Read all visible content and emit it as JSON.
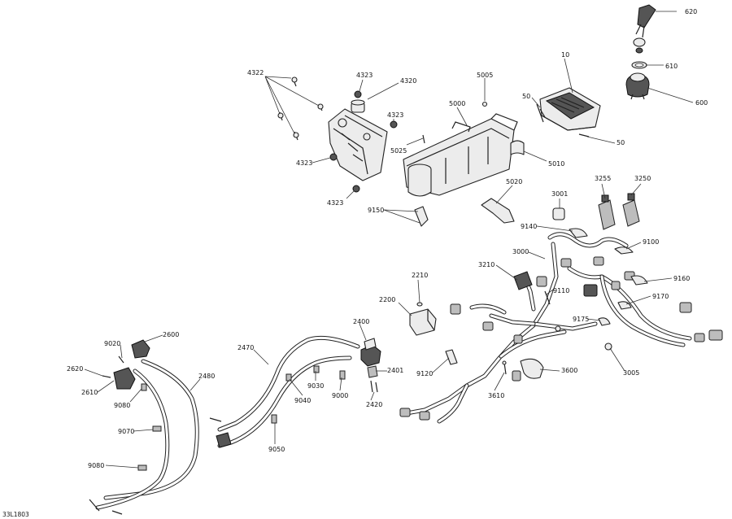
{
  "diagram": {
    "reference_code": "33L1803",
    "callouts": [
      {
        "id": "c620",
        "label": "620"
      },
      {
        "id": "c610",
        "label": "610"
      },
      {
        "id": "c600",
        "label": "600"
      },
      {
        "id": "c10",
        "label": "10"
      },
      {
        "id": "c50a",
        "label": "50"
      },
      {
        "id": "c50b",
        "label": "50"
      },
      {
        "id": "c4322",
        "label": "4322"
      },
      {
        "id": "c4323a",
        "label": "4323"
      },
      {
        "id": "c4320",
        "label": "4320"
      },
      {
        "id": "c4323b",
        "label": "4323"
      },
      {
        "id": "c4323c",
        "label": "4323"
      },
      {
        "id": "c4323d",
        "label": "4323"
      },
      {
        "id": "c5005",
        "label": "5005"
      },
      {
        "id": "c5000",
        "label": "5000"
      },
      {
        "id": "c5025",
        "label": "5025"
      },
      {
        "id": "c5010",
        "label": "5010"
      },
      {
        "id": "c5020",
        "label": "5020"
      },
      {
        "id": "c9150",
        "label": "9150"
      },
      {
        "id": "c3001",
        "label": "3001"
      },
      {
        "id": "c3255",
        "label": "3255"
      },
      {
        "id": "c3250",
        "label": "3250"
      },
      {
        "id": "c9140",
        "label": "9140"
      },
      {
        "id": "c9100",
        "label": "9100"
      },
      {
        "id": "c3000",
        "label": "3000"
      },
      {
        "id": "c9160",
        "label": "9160"
      },
      {
        "id": "c3210",
        "label": "3210"
      },
      {
        "id": "c9110",
        "label": "9110"
      },
      {
        "id": "c9170",
        "label": "9170"
      },
      {
        "id": "c2210",
        "label": "2210"
      },
      {
        "id": "c2200",
        "label": "2200"
      },
      {
        "id": "c9175",
        "label": "9175"
      },
      {
        "id": "c2400",
        "label": "2400"
      },
      {
        "id": "c3005",
        "label": "3005"
      },
      {
        "id": "c2600",
        "label": "2600"
      },
      {
        "id": "c9020",
        "label": "9020"
      },
      {
        "id": "c2470",
        "label": "2470"
      },
      {
        "id": "c2401",
        "label": "2401"
      },
      {
        "id": "c9120",
        "label": "9120"
      },
      {
        "id": "c3600",
        "label": "3600"
      },
      {
        "id": "c2620",
        "label": "2620"
      },
      {
        "id": "c2480",
        "label": "2480"
      },
      {
        "id": "c9030",
        "label": "9030"
      },
      {
        "id": "c9000",
        "label": "9000"
      },
      {
        "id": "c2610",
        "label": "2610"
      },
      {
        "id": "c9040",
        "label": "9040"
      },
      {
        "id": "c2420",
        "label": "2420"
      },
      {
        "id": "c3610",
        "label": "3610"
      },
      {
        "id": "c9080a",
        "label": "9080"
      },
      {
        "id": "c9070",
        "label": "9070"
      },
      {
        "id": "c9050",
        "label": "9050"
      },
      {
        "id": "c9080b",
        "label": "9080"
      }
    ]
  }
}
